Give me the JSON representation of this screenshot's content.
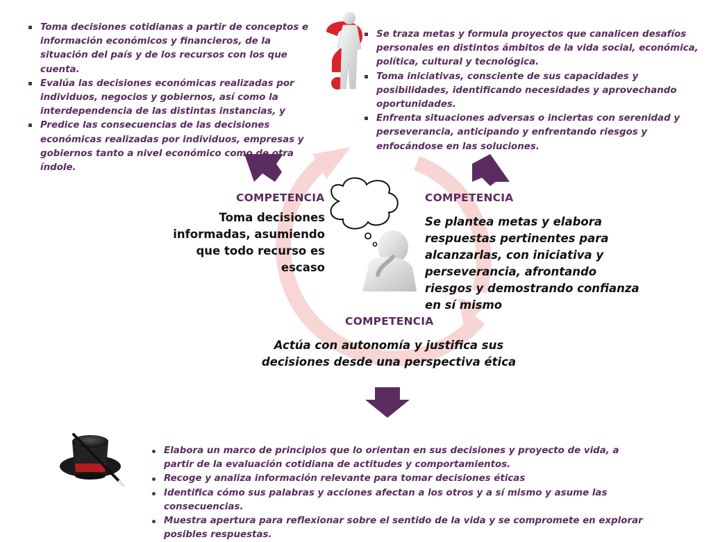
{
  "colors": {
    "accent": "#5a2c5f",
    "cycle": "#f6caca",
    "text": "#111111"
  },
  "icons": {
    "top_right": "person-with-question-mark-icon",
    "center": "thinking-person-icon",
    "bottom_left": "magic-top-hat-icon"
  },
  "top_left": {
    "bullets": [
      "Toma decisiones cotidianas a partir de conceptos e información económicos y financieros, de la situación del país y de los recursos con los que cuenta.",
      "Evalúa las decisiones económicas realizadas por individuos, negocios y gobiernos, así como la interdependencia de las distintas instancias, y",
      "Predice las consecuencias de las decisiones económicas realizadas por individuos, empresas y gobiernos tanto a nivel económico como de otra índole."
    ]
  },
  "top_right": {
    "bullets": [
      "Se traza metas y formula proyectos que canalicen desafíos personales en distintos ámbitos de la vida social, económica, política, cultural y tecnológica.",
      "Toma iniciativas, consciente de sus capacidades y posibilidades, identificando necesidades y aprovechando oportunidades.",
      "Enfrenta situaciones adversas o inciertas con serenidad y perseverancia, anticipando y enfrentando riesgos y enfocándose en las soluciones."
    ]
  },
  "competencies": {
    "left": {
      "heading": "COMPETENCIA",
      "text": "Toma decisiones informadas, asumiendo que todo recurso es escaso"
    },
    "right": {
      "heading": "COMPETENCIA",
      "text": "Se plantea metas y elabora respuestas pertinentes para alcanzarlas, con iniciativa y perseverancia, afrontando riesgos y demostrando confianza en sí mismo"
    },
    "bottom": {
      "heading": "COMPETENCIA",
      "text": "Actúa con autonomía y justifica sus decisiones desde una perspectiva ética"
    }
  },
  "bottom": {
    "bullets": [
      "Elabora un marco de principios que lo orientan en sus decisiones y proyecto de vida, a partir de la evaluación cotidiana de actitudes y comportamientos.",
      "Recoge y analiza información relevante para tomar decisiones éticas",
      "Identifica cómo sus palabras y acciones afectan a los otros y a sí mismo y asume las consecuencias.",
      "Muestra apertura para reflexionar sobre el sentido de la vida y se compromete en explorar posibles respuestas."
    ]
  }
}
